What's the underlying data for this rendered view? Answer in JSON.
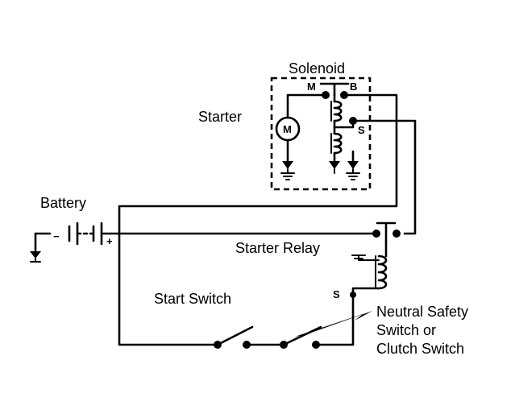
{
  "labels": {
    "solenoid": "Solenoid",
    "starter": "Starter",
    "battery": "Battery",
    "starter_relay": "Starter Relay",
    "start_switch": "Start Switch",
    "neutral_line1": "Neutral Safety",
    "neutral_line2": "Switch or",
    "neutral_line3": "Clutch Switch"
  },
  "terminals": {
    "m": "M",
    "b": "B",
    "s_solenoid": "S",
    "s_relay": "S",
    "motor": "M",
    "battery_neg": "−",
    "battery_pos": "+"
  }
}
